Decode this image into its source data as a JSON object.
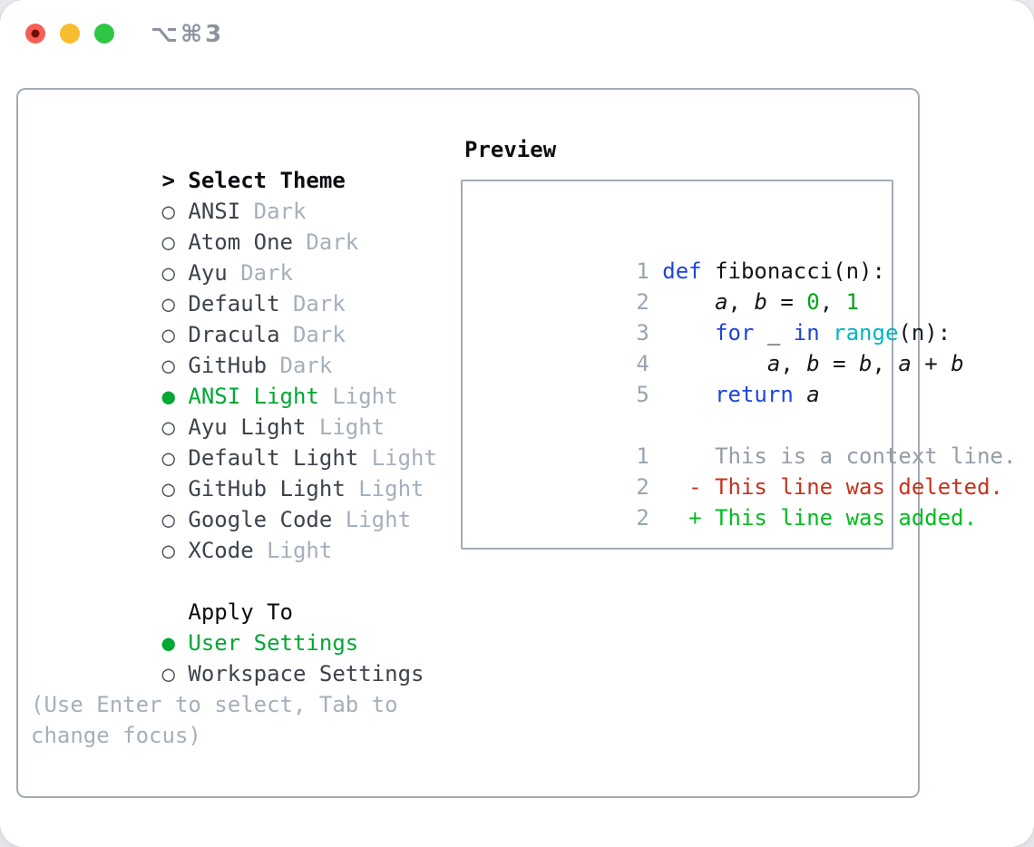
{
  "window": {
    "title": "⌥⌘3",
    "controls": {
      "close": "close",
      "minimize": "minimize",
      "zoom": "zoom"
    }
  },
  "colors": {
    "accent_green": "#00a733",
    "keyword_blue": "#1f45d8",
    "builtin_cyan": "#00b5c4",
    "literal_green": "#00a51d",
    "deleted_red": "#c5321c",
    "added_green": "#00bc20",
    "muted_gray": "#a5afbc",
    "panel_border": "#a3abb8",
    "traffic_red": "#f65f57",
    "traffic_yellow": "#f8bc31",
    "traffic_green": "#30c645"
  },
  "theme_panel": {
    "header_marker": ">",
    "header_label": "Select Theme",
    "items": [
      {
        "marker": "○",
        "name": "ANSI",
        "tag": "Dark",
        "selected": false
      },
      {
        "marker": "○",
        "name": "Atom One",
        "tag": "Dark",
        "selected": false
      },
      {
        "marker": "○",
        "name": "Ayu",
        "tag": "Dark",
        "selected": false
      },
      {
        "marker": "○",
        "name": "Default",
        "tag": "Dark",
        "selected": false
      },
      {
        "marker": "○",
        "name": "Dracula",
        "tag": "Dark",
        "selected": false
      },
      {
        "marker": "○",
        "name": "GitHub",
        "tag": "Dark",
        "selected": false
      },
      {
        "marker": "●",
        "name": "ANSI Light",
        "tag": "Light",
        "selected": true
      },
      {
        "marker": "○",
        "name": "Ayu Light",
        "tag": "Light",
        "selected": false
      },
      {
        "marker": "○",
        "name": "Default Light",
        "tag": "Light",
        "selected": false
      },
      {
        "marker": "○",
        "name": "GitHub Light",
        "tag": "Light",
        "selected": false
      },
      {
        "marker": "○",
        "name": "Google Code",
        "tag": "Light",
        "selected": false
      },
      {
        "marker": "○",
        "name": "XCode",
        "tag": "Light",
        "selected": false
      }
    ],
    "selected_index": 6,
    "apply_to": {
      "label": "Apply To",
      "options": [
        {
          "marker": "●",
          "name": "User Settings",
          "selected": true
        },
        {
          "marker": "○",
          "name": "Workspace Settings",
          "selected": false
        }
      ]
    },
    "hint_line1": "(Use Enter to select, Tab to",
    "hint_line2": "change focus)"
  },
  "preview": {
    "title": "Preview",
    "code_lines": [
      {
        "num": "1",
        "tokens": [
          {
            "text": "def ",
            "style": "kw"
          },
          {
            "text": "fibonacci(n):",
            "style": "plain"
          }
        ]
      },
      {
        "num": "2",
        "tokens": [
          {
            "text": "    ",
            "style": "plain"
          },
          {
            "text": "a",
            "style": "var"
          },
          {
            "text": ", ",
            "style": "plain"
          },
          {
            "text": "b",
            "style": "var"
          },
          {
            "text": " = ",
            "style": "plain"
          },
          {
            "text": "0",
            "style": "num"
          },
          {
            "text": ", ",
            "style": "plain"
          },
          {
            "text": "1",
            "style": "num"
          }
        ]
      },
      {
        "num": "3",
        "tokens": [
          {
            "text": "    ",
            "style": "plain"
          },
          {
            "text": "for",
            "style": "kw"
          },
          {
            "text": " _ ",
            "style": "plain"
          },
          {
            "text": "in",
            "style": "kw"
          },
          {
            "text": " ",
            "style": "plain"
          },
          {
            "text": "range",
            "style": "builtin"
          },
          {
            "text": "(n):",
            "style": "plain"
          }
        ]
      },
      {
        "num": "4",
        "tokens": [
          {
            "text": "        ",
            "style": "plain"
          },
          {
            "text": "a",
            "style": "var"
          },
          {
            "text": ", ",
            "style": "plain"
          },
          {
            "text": "b",
            "style": "var"
          },
          {
            "text": " = ",
            "style": "plain"
          },
          {
            "text": "b",
            "style": "var"
          },
          {
            "text": ", ",
            "style": "plain"
          },
          {
            "text": "a",
            "style": "var"
          },
          {
            "text": " + ",
            "style": "plain"
          },
          {
            "text": "b",
            "style": "var"
          }
        ]
      },
      {
        "num": "5",
        "tokens": [
          {
            "text": "    ",
            "style": "plain"
          },
          {
            "text": "return",
            "style": "kw"
          },
          {
            "text": " ",
            "style": "plain"
          },
          {
            "text": "a",
            "style": "var"
          }
        ]
      }
    ],
    "diff_lines": [
      {
        "num": "1",
        "kind": "context",
        "text": "    This is a context line."
      },
      {
        "num": "2",
        "kind": "deleted",
        "text": "  - This line was deleted."
      },
      {
        "num": "2",
        "kind": "added",
        "text": "  + This line was added."
      }
    ]
  }
}
